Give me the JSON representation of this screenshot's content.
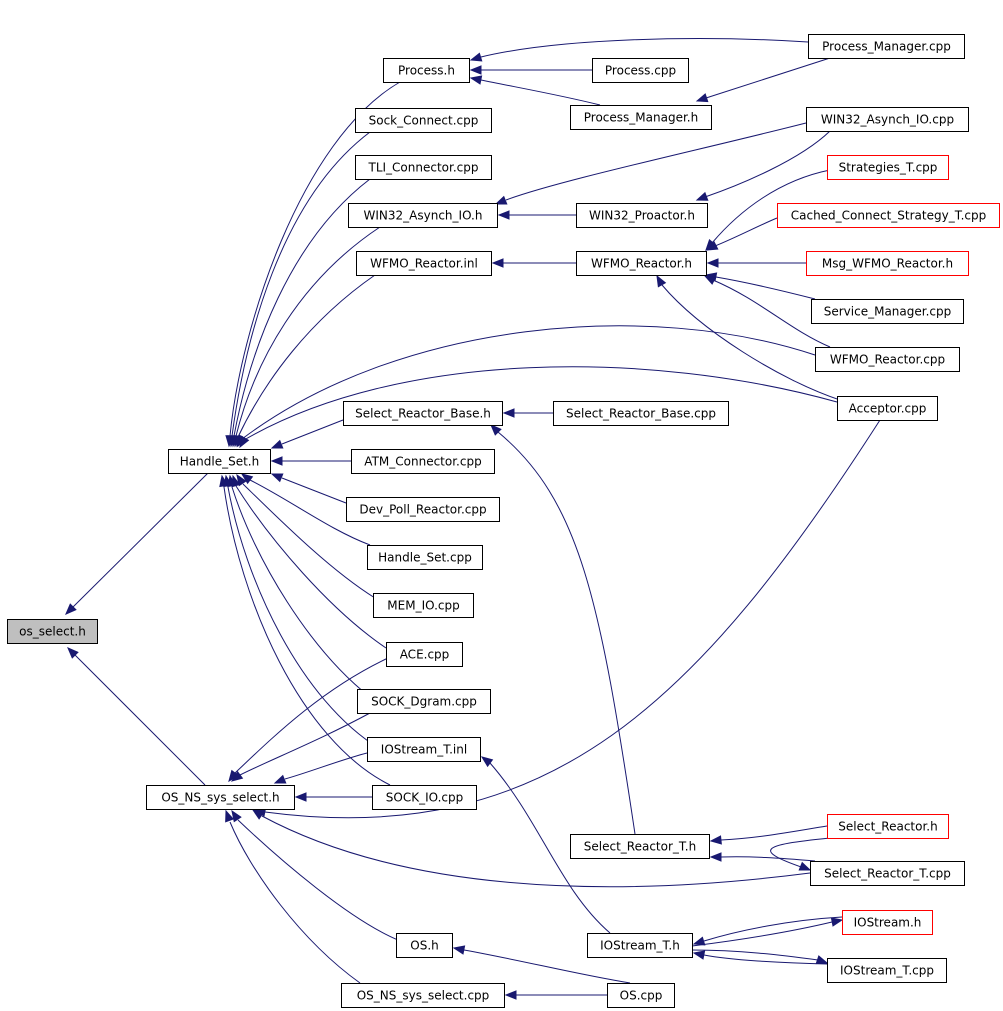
{
  "graph": {
    "edge_color": "#191970",
    "root_fill": "#bfbfbf",
    "missing_border_color": "#ff0000",
    "nodes": [
      {
        "id": "os_select_h",
        "label": "os_select.h"
      },
      {
        "id": "handle_set_h",
        "label": "Handle_Set.h"
      },
      {
        "id": "os_ns_sys_select_h",
        "label": "OS_NS_sys_select.h"
      },
      {
        "id": "process_h",
        "label": "Process.h"
      },
      {
        "id": "process_cpp",
        "label": "Process.cpp"
      },
      {
        "id": "process_manager_h",
        "label": "Process_Manager.h"
      },
      {
        "id": "process_manager_cpp",
        "label": "Process_Manager.cpp"
      },
      {
        "id": "sock_connect_cpp",
        "label": "Sock_Connect.cpp"
      },
      {
        "id": "tli_connector_cpp",
        "label": "TLI_Connector.cpp"
      },
      {
        "id": "win32_asynch_io_h",
        "label": "WIN32_Asynch_IO.h"
      },
      {
        "id": "win32_proactor_h",
        "label": "WIN32_Proactor.h"
      },
      {
        "id": "win32_asynch_io_cpp",
        "label": "WIN32_Asynch_IO.cpp"
      },
      {
        "id": "strategies_t_cpp",
        "label": "Strategies_T.cpp"
      },
      {
        "id": "cached_connect_strategy_t_cpp",
        "label": "Cached_Connect_Strategy_T.cpp"
      },
      {
        "id": "wfmo_reactor_inl",
        "label": "WFMO_Reactor.inl"
      },
      {
        "id": "wfmo_reactor_h",
        "label": "WFMO_Reactor.h"
      },
      {
        "id": "msg_wfmo_reactor_h",
        "label": "Msg_WFMO_Reactor.h"
      },
      {
        "id": "service_manager_cpp",
        "label": "Service_Manager.cpp"
      },
      {
        "id": "wfmo_reactor_cpp",
        "label": "WFMO_Reactor.cpp"
      },
      {
        "id": "acceptor_cpp",
        "label": "Acceptor.cpp"
      },
      {
        "id": "select_reactor_base_h",
        "label": "Select_Reactor_Base.h"
      },
      {
        "id": "select_reactor_base_cpp",
        "label": "Select_Reactor_Base.cpp"
      },
      {
        "id": "atm_connector_cpp",
        "label": "ATM_Connector.cpp"
      },
      {
        "id": "dev_poll_reactor_cpp",
        "label": "Dev_Poll_Reactor.cpp"
      },
      {
        "id": "handle_set_cpp",
        "label": "Handle_Set.cpp"
      },
      {
        "id": "mem_io_cpp",
        "label": "MEM_IO.cpp"
      },
      {
        "id": "ace_cpp",
        "label": "ACE.cpp"
      },
      {
        "id": "sock_dgram_cpp",
        "label": "SOCK_Dgram.cpp"
      },
      {
        "id": "iostream_t_inl",
        "label": "IOStream_T.inl"
      },
      {
        "id": "sock_io_cpp",
        "label": "SOCK_IO.cpp"
      },
      {
        "id": "select_reactor_t_h",
        "label": "Select_Reactor_T.h"
      },
      {
        "id": "select_reactor_h",
        "label": "Select_Reactor.h"
      },
      {
        "id": "select_reactor_t_cpp",
        "label": "Select_Reactor_T.cpp"
      },
      {
        "id": "iostream_h",
        "label": "IOStream.h"
      },
      {
        "id": "iostream_t_h",
        "label": "IOStream_T.h"
      },
      {
        "id": "iostream_t_cpp",
        "label": "IOStream_T.cpp"
      },
      {
        "id": "os_h",
        "label": "OS.h"
      },
      {
        "id": "os_ns_sys_select_cpp",
        "label": "OS_NS_sys_select.cpp"
      },
      {
        "id": "os_cpp",
        "label": "OS.cpp"
      }
    ]
  }
}
